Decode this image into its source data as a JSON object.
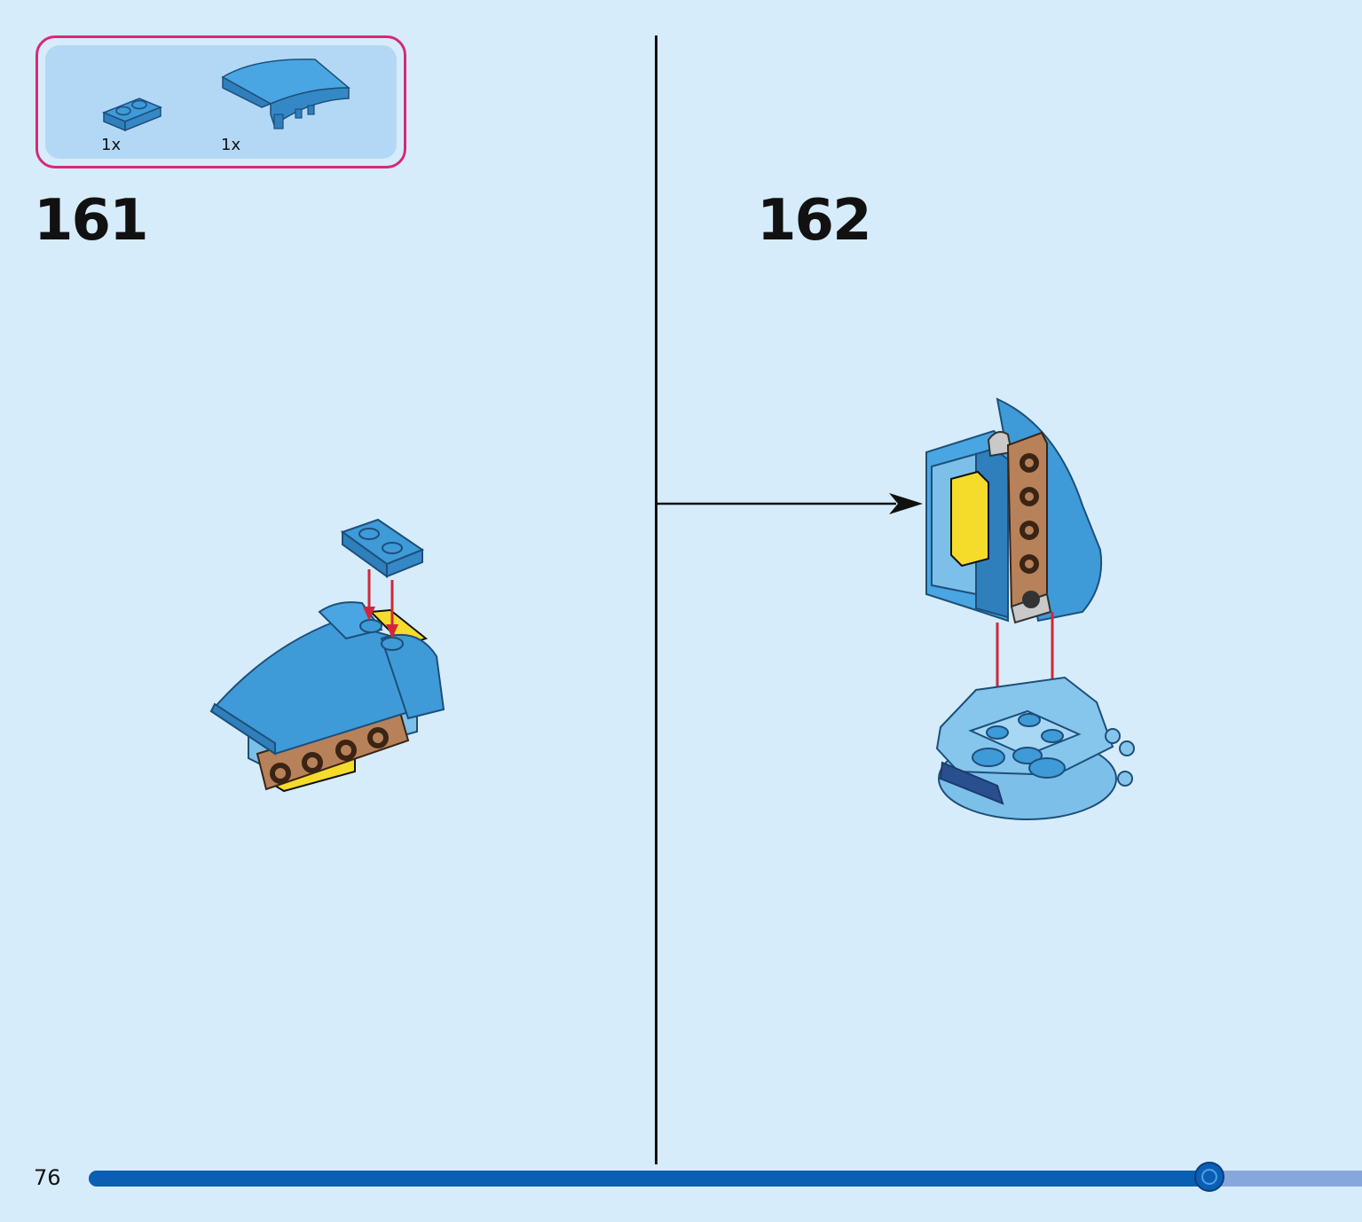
{
  "parts_list": {
    "items": [
      {
        "name": "plate-1x2",
        "quantity": "1x"
      },
      {
        "name": "curved-slope",
        "quantity": "1x"
      }
    ]
  },
  "steps": [
    {
      "number": "161"
    },
    {
      "number": "162"
    }
  ],
  "page": {
    "number": "76",
    "progress": 0.88
  },
  "colors": {
    "background": "#d6ecfb",
    "parts_border": "#d6287c",
    "brick_blue": "#3f9ad8",
    "brick_brown": "#b7825a",
    "brick_yellow": "#f6dc2a",
    "arrow_red": "#d0283a",
    "progress_fill": "#0a5fb4"
  }
}
